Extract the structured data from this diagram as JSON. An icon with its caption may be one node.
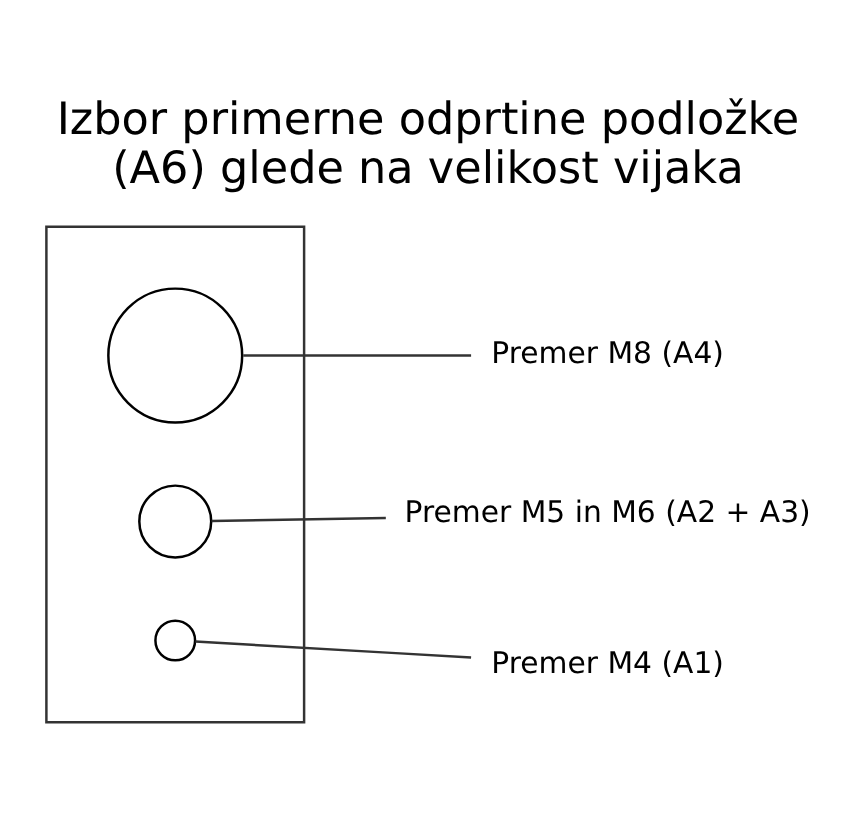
{
  "diagram": {
    "title": "Izbor primerne odprtine podložke (A6) glede na velikost vijaka",
    "nodes": [
      {
        "text": [],
        "shape": "box"
      },
      {
        "text": [],
        "shape": "circle",
        "in": 0
      },
      {
        "text": [],
        "shape": "circle",
        "in": 0
      },
      {
        "text": [],
        "shape": "circle",
        "in": 0
      },
      {
        "text": [
          "Premer M8 (A4)"
        ]
      },
      {
        "text": [
          "Premer M5 in M6 (A2 + A3)"
        ]
      },
      {
        "text": [
          "Premer M4 (A1)"
        ]
      }
    ],
    "edges": [
      {
        "from": 4,
        "to": 1,
        "arrow": "none"
      },
      {
        "from": 5,
        "to": 2,
        "arrow": "none"
      },
      {
        "from": 6,
        "to": 3,
        "arrow": "none"
      }
    ]
  }
}
